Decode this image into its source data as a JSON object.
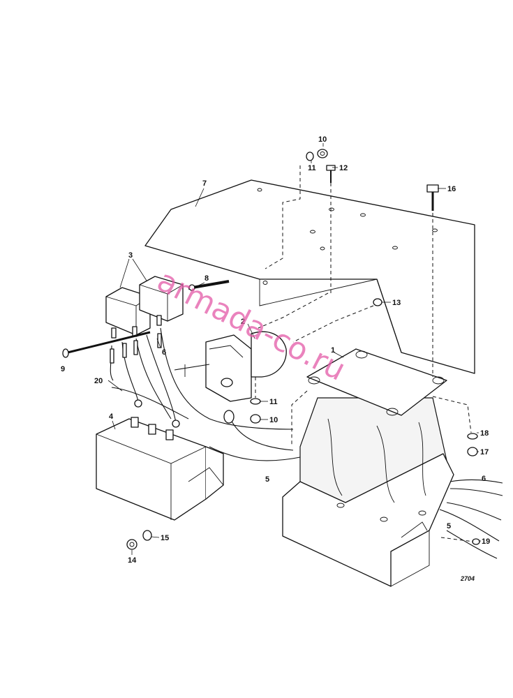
{
  "callouts": {
    "c1": "1",
    "c2": "2",
    "c3": "3",
    "c4": "4",
    "c5a": "5",
    "c5b": "5",
    "c6a": "6",
    "c6b": "6",
    "c7": "7",
    "c8": "8",
    "c9": "9",
    "c10a": "10",
    "c10b": "10",
    "c11a": "11",
    "c11b": "11",
    "c12": "12",
    "c13": "13",
    "c14": "14",
    "c15": "15",
    "c16": "16",
    "c17": "17",
    "c18": "18",
    "c19": "19",
    "c20": "20"
  },
  "figure_number": "2704",
  "watermark": "armada-co.ru",
  "colors": {
    "line": "#111111",
    "watermark": "#e35aa8",
    "background": "#ffffff"
  }
}
